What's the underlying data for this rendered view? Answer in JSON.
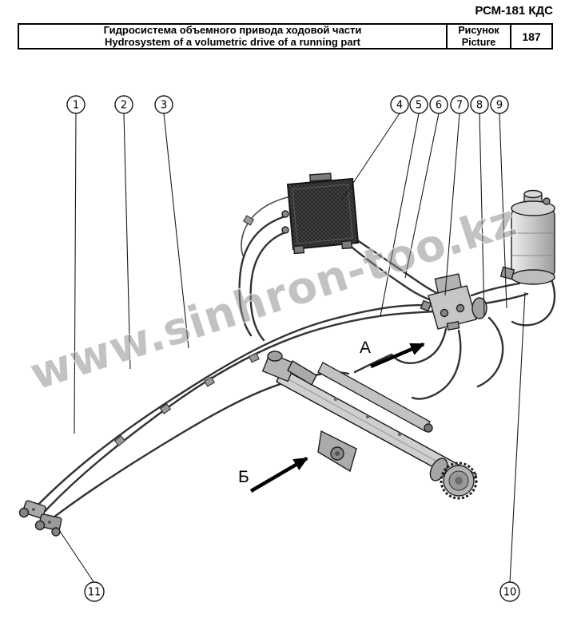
{
  "header": {
    "doc_code": "РСМ-181 КДС"
  },
  "title_block": {
    "title_ru": "Гидросистема объемного привода ходовой части",
    "title_en": "Hydrosystem of a volumetric drive of a running part",
    "figure_label_ru": "Рисунок",
    "figure_label_en": "Picture",
    "figure_number": "187"
  },
  "callouts": [
    {
      "n": "1"
    },
    {
      "n": "2"
    },
    {
      "n": "3"
    },
    {
      "n": "4"
    },
    {
      "n": "5"
    },
    {
      "n": "6"
    },
    {
      "n": "7"
    },
    {
      "n": "8"
    },
    {
      "n": "9"
    },
    {
      "n": "10"
    },
    {
      "n": "11"
    }
  ],
  "view_labels": {
    "a": "А",
    "b": "Б"
  },
  "watermark": {
    "text": "www.sinhron-too.kz"
  },
  "colors": {
    "line": "#000000",
    "hose": "#323232",
    "radiator_dark": "#262626",
    "metal_light": "#cfcfcf",
    "watermark_gray": "#868686"
  }
}
